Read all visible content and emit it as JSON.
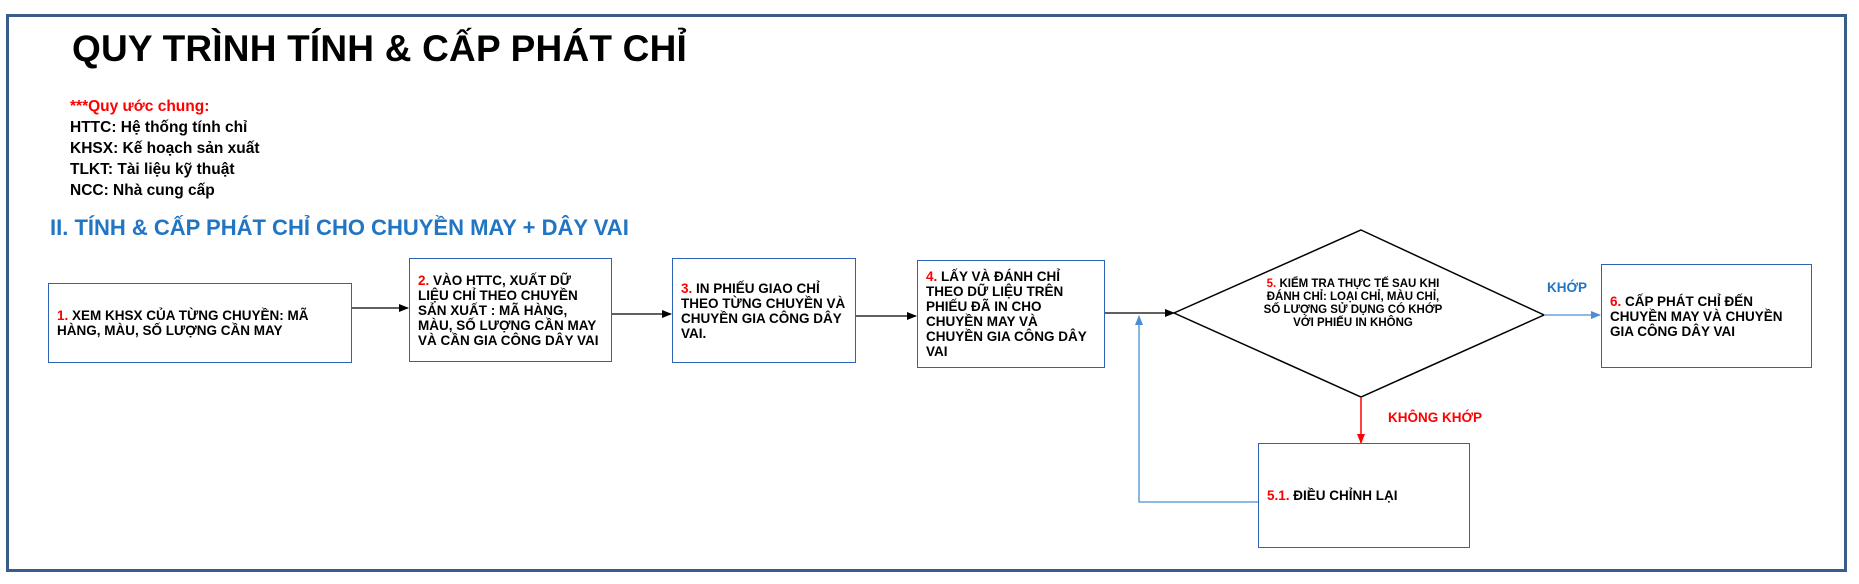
{
  "title": "QUY TRÌNH TÍNH & CẤP PHÁT CHỈ",
  "legend": {
    "heading": "***Quy ước chung:",
    "items": [
      "HTTC: Hệ thống tính chỉ",
      "KHSX: Kế hoạch sản xuất",
      "TLKT: Tài liệu kỹ thuật",
      "NCC: Nhà cung cấp"
    ]
  },
  "section_title": "II.  TÍNH & CẤP PHÁT CHỈ CHO CHUYỀN MAY + DÂY VAI",
  "steps": {
    "s1": {
      "num": "1.",
      "text": " XEM KHSX CỦA TỪNG CHUYỀN: MÃ HÀNG, MÀU, SỐ LƯỢNG CẦN MAY"
    },
    "s2": {
      "num": "2.",
      "text": " VÀO HTTC, XUẤT DỮ LIỆU CHỈ THEO CHUYỀN SẢN XUẤT :  MÃ HÀNG, MÀU, SỐ LƯỢNG CẦN MAY VÀ CẦN GIA CÔNG DÂY VAI"
    },
    "s3": {
      "num": "3.",
      "text": " IN PHIẾU GIAO CHỈ THEO TỪNG CHUYỀN VÀ CHUYỀN GIA CÔNG DÂY VAI."
    },
    "s4": {
      "num": "4.",
      "text": " LẤY VÀ ĐÁNH CHỈ THEO DỮ LIỆU TRÊN PHIẾU ĐÃ IN CHO CHUYỀN MAY VÀ CHUYỀN GIA CÔNG DÂY VAI"
    },
    "s5": {
      "num": "5.",
      "text": " KIỂM TRA THỰC TẾ SAU KHI ĐÁNH CHỈ: LOẠI CHỈ, MÀU CHỈ, SỐ LƯỢNG SỬ DỤNG CÓ KHỚP VỚI PHIẾU IN KHÔNG"
    },
    "s6": {
      "num": "6.",
      "text": " CẤP PHÁT CHỈ ĐẾN CHUYỀN MAY VÀ CHUYỀN GIA CÔNG DÂY VAI"
    },
    "s51": {
      "num": "5.1.",
      "text": " ĐIỀU CHỈNH LẠI"
    }
  },
  "labels": {
    "match": "KHỚP",
    "no_match": "KHÔNG KHỚP"
  },
  "colors": {
    "frame": "#385d8a",
    "box_border": "#2c63b5",
    "step_number": "#ff0000",
    "section": "#2175c2",
    "match": "#2175c2",
    "no_match": "#ff0000"
  }
}
